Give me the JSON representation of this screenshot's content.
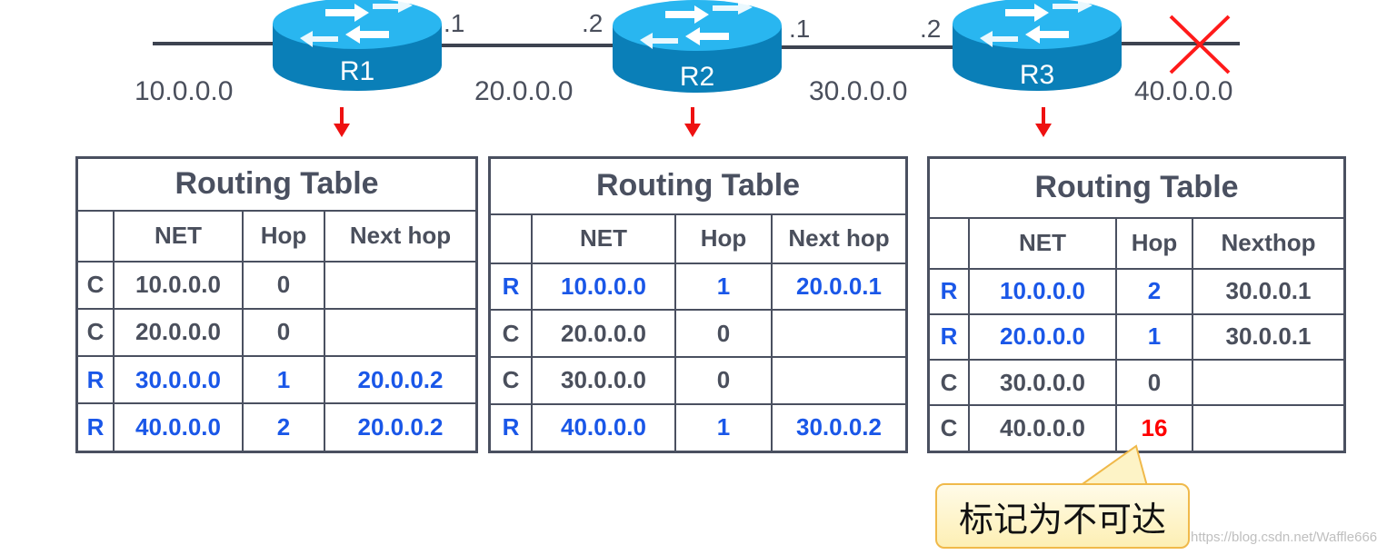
{
  "topology": {
    "networks": [
      "10.0.0.0",
      "20.0.0.0",
      "30.0.0.0",
      "40.0.0.0"
    ],
    "routers": [
      {
        "name": "R1",
        "left_if": "",
        "right_if": ".1"
      },
      {
        "name": "R2",
        "left_if": ".2",
        "right_if": ".1"
      },
      {
        "name": "R3",
        "left_if": ".2",
        "right_if": ""
      }
    ],
    "failed_link": "40.0.0.0"
  },
  "tables": [
    {
      "title": "Routing Table",
      "headers": [
        "",
        "NET",
        "Hop",
        "Next hop"
      ],
      "rows": [
        {
          "type": "C",
          "net": "10.0.0.0",
          "hop": "0",
          "next": ""
        },
        {
          "type": "C",
          "net": "20.0.0.0",
          "hop": "0",
          "next": ""
        },
        {
          "type": "R",
          "net": "30.0.0.0",
          "hop": "1",
          "next": "20.0.0.2"
        },
        {
          "type": "R",
          "net": "40.0.0.0",
          "hop": "2",
          "next": "20.0.0.2"
        }
      ]
    },
    {
      "title": "Routing Table",
      "headers": [
        "",
        "NET",
        "Hop",
        "Next hop"
      ],
      "rows": [
        {
          "type": "R",
          "net": "10.0.0.0",
          "hop": "1",
          "next": "20.0.0.1"
        },
        {
          "type": "C",
          "net": "20.0.0.0",
          "hop": "0",
          "next": ""
        },
        {
          "type": "C",
          "net": "30.0.0.0",
          "hop": "0",
          "next": ""
        },
        {
          "type": "R",
          "net": "40.0.0.0",
          "hop": "1",
          "next": "30.0.0.2"
        }
      ]
    },
    {
      "title": "Routing Table",
      "headers": [
        "",
        "NET",
        "Hop",
        "Nexthop"
      ],
      "rows": [
        {
          "type": "R",
          "net": "10.0.0.0",
          "hop": "2",
          "next": "30.0.0.1"
        },
        {
          "type": "R",
          "net": "20.0.0.0",
          "hop": "1",
          "next": "30.0.0.1"
        },
        {
          "type": "C",
          "net": "30.0.0.0",
          "hop": "0",
          "next": ""
        },
        {
          "type": "C",
          "net": "40.0.0.0",
          "hop": "16",
          "next": ""
        }
      ]
    }
  ],
  "callout": {
    "text": "标记为不可达"
  },
  "watermark": "https://blog.csdn.net/Waffle666",
  "colors": {
    "line": "#3d4350",
    "router_top": "#29b6f0",
    "router_side": "#0a7fb8",
    "remote_route": "#1a57e8",
    "connected_route": "#4a4f5c",
    "alert": "#ff0000",
    "callout_fill": "#fdefb4",
    "callout_border": "#f0b94a"
  },
  "icons": [
    "router-icon",
    "down-arrow-icon",
    "link-failure-x-icon"
  ]
}
